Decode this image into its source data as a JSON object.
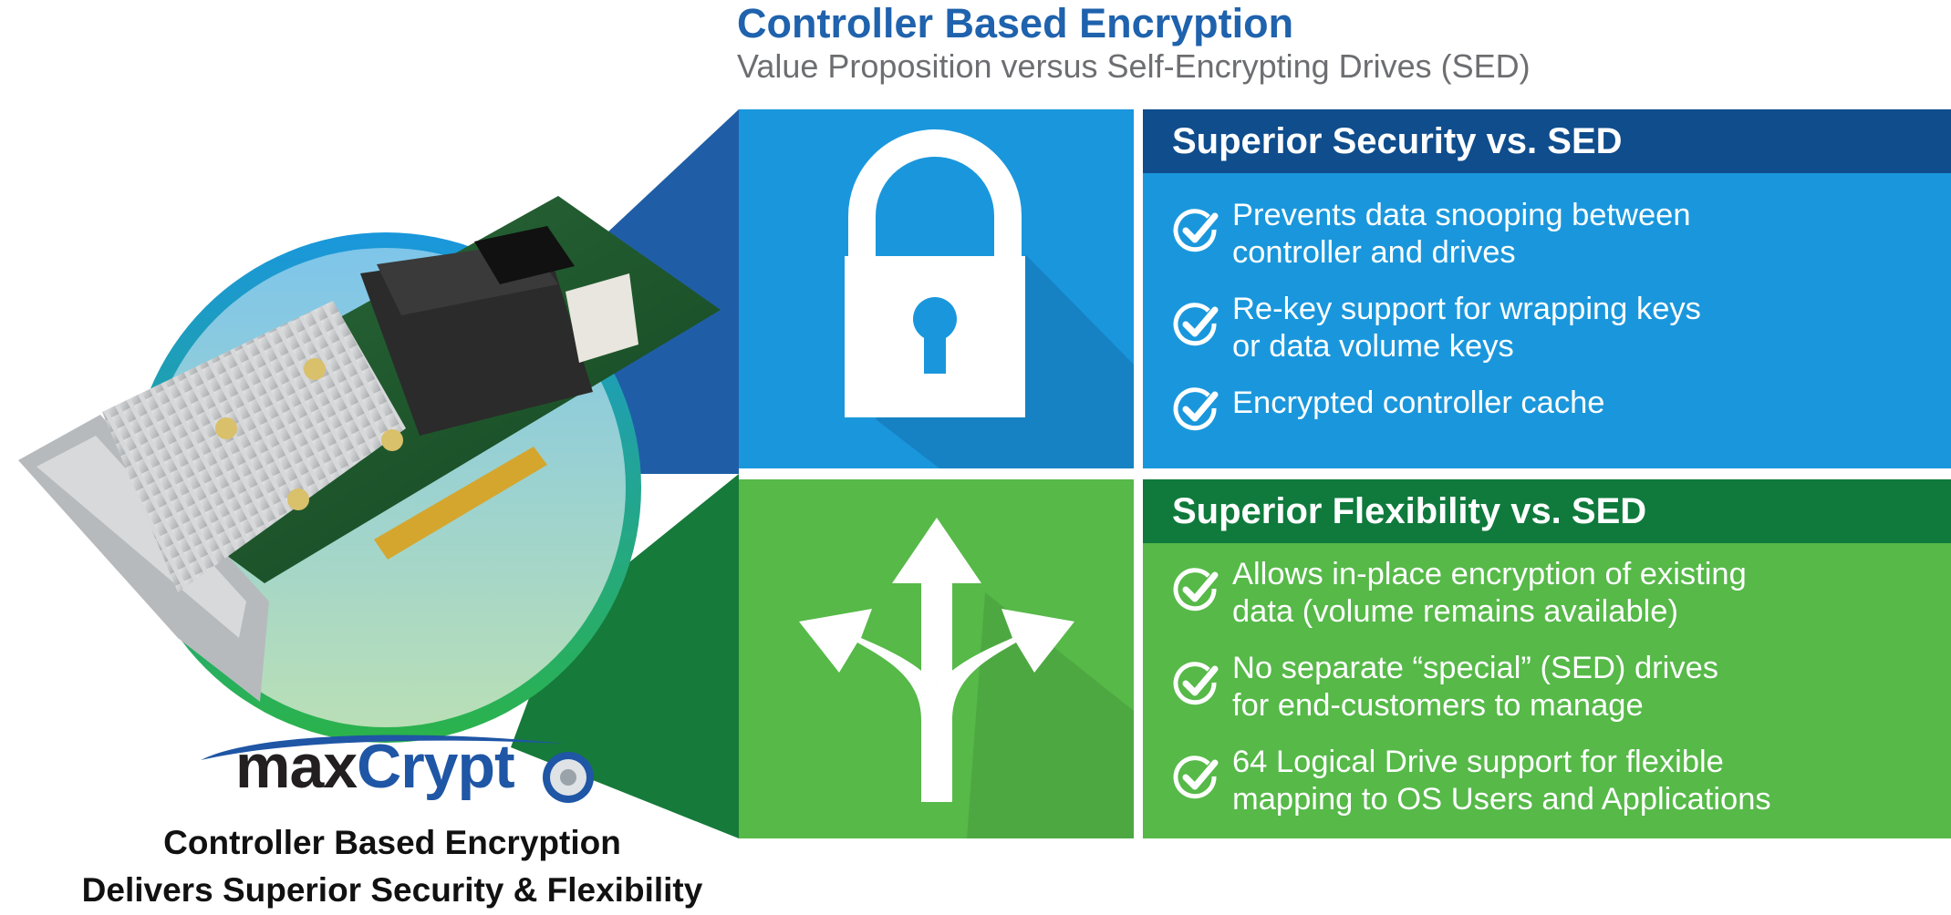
{
  "header": {
    "title": "Controller Based Encryption",
    "subtitle": "Value Proposition versus Self-Encrypting Drives (SED)"
  },
  "security_panel": {
    "heading": "Superior Security vs. SED",
    "icon": "padlock-icon",
    "items": [
      {
        "line1": "Prevents data snooping between",
        "line2": "controller and drives"
      },
      {
        "line1": "Re-key support for wrapping keys",
        "line2": "or data volume keys"
      },
      {
        "line1": "Encrypted controller cache",
        "line2": ""
      }
    ]
  },
  "flexibility_panel": {
    "heading": "Superior Flexibility vs. SED",
    "icon": "branching-arrows-icon",
    "items": [
      {
        "line1": "Allows in-place encryption of existing",
        "line2": "data (volume remains available)"
      },
      {
        "line1": "No separate “special” (SED) drives",
        "line2": "for end-customers to manage"
      },
      {
        "line1": "64 Logical Drive support for flexible",
        "line2": "mapping to OS Users and Applications"
      }
    ]
  },
  "logo": {
    "text_dark": "max",
    "text_blue": "Crypt"
  },
  "tagline": {
    "line1": "Controller Based Encryption",
    "line2": "Delivers Superior Security & Flexibility"
  },
  "product_image": "raid-controller-card",
  "colors": {
    "title_blue": "#1f62ad",
    "security_blue": "#1a97dc",
    "security_head": "#0f4d8d",
    "flex_green": "#56b948",
    "flex_head": "#0f7a3c",
    "subtitle_gray": "#6d6e71"
  }
}
